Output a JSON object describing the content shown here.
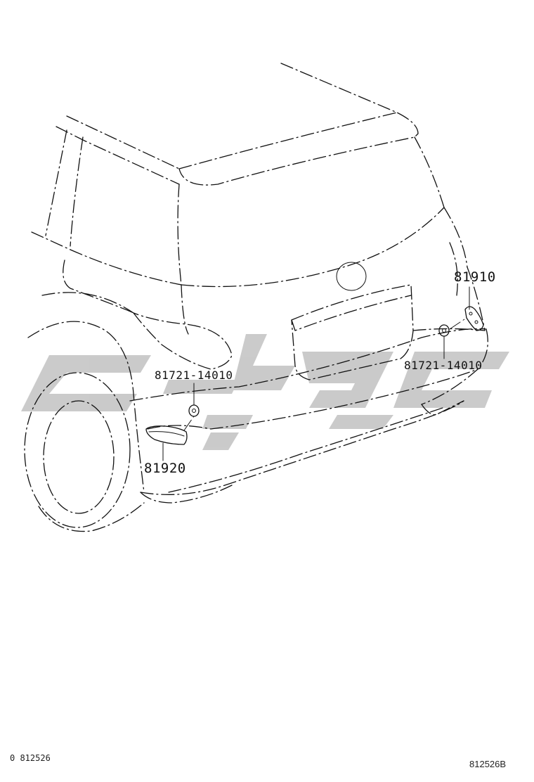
{
  "labels": {
    "part_81910": "81910",
    "clip_right": "81721-14010",
    "clip_left": "81721-14010",
    "part_81920": "81920"
  },
  "footer": {
    "left_code": "0 812526",
    "right_code": "812526B"
  },
  "colors": {
    "ink": "#111111",
    "watermark": "#c8c8c8"
  }
}
